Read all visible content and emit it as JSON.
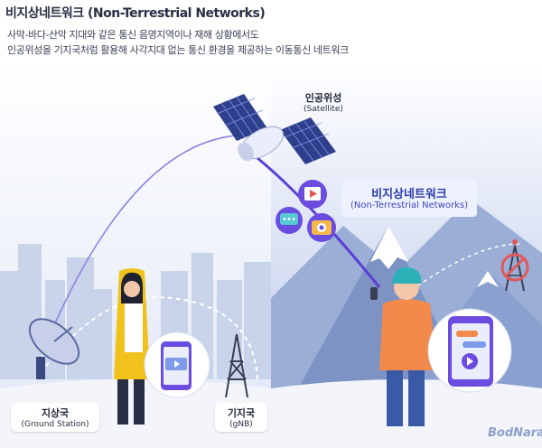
{
  "title": "비지상네트워크 (Non-Terrestrial Networks)",
  "description": [
    "사막-바다-산악 지대와 같은 통신 음영지역이나 재해 상황에서도",
    "인공위성을 기지국처럼 활용해 사각지대 없는 통신 환경을 제공하는 이동통신 네트워크"
  ],
  "satellite": {
    "label": "인공위성",
    "sublabel": "(Satellite)"
  },
  "ntn": {
    "label": "비지상네트워크",
    "sublabel": "(Non-Terrestrial Networks)"
  },
  "ground_station": {
    "label": "지상국",
    "sublabel": "(Ground Station)"
  },
  "gnb": {
    "label": "기지국",
    "sublabel": "(gNB)"
  },
  "logo": "BodNara",
  "colors": {
    "sky_left": "#dfe6f5",
    "sky_right": "#b7c6e6",
    "accent_purple": "#5a3fd6",
    "mountain": "#7d93c4",
    "ground": "#f3f5fb"
  },
  "icons": [
    "video-play-icon",
    "chat-bubble-icon",
    "camera-icon",
    "no-signal-tower-icon",
    "satellite-dish-icon",
    "cell-tower-icon"
  ]
}
